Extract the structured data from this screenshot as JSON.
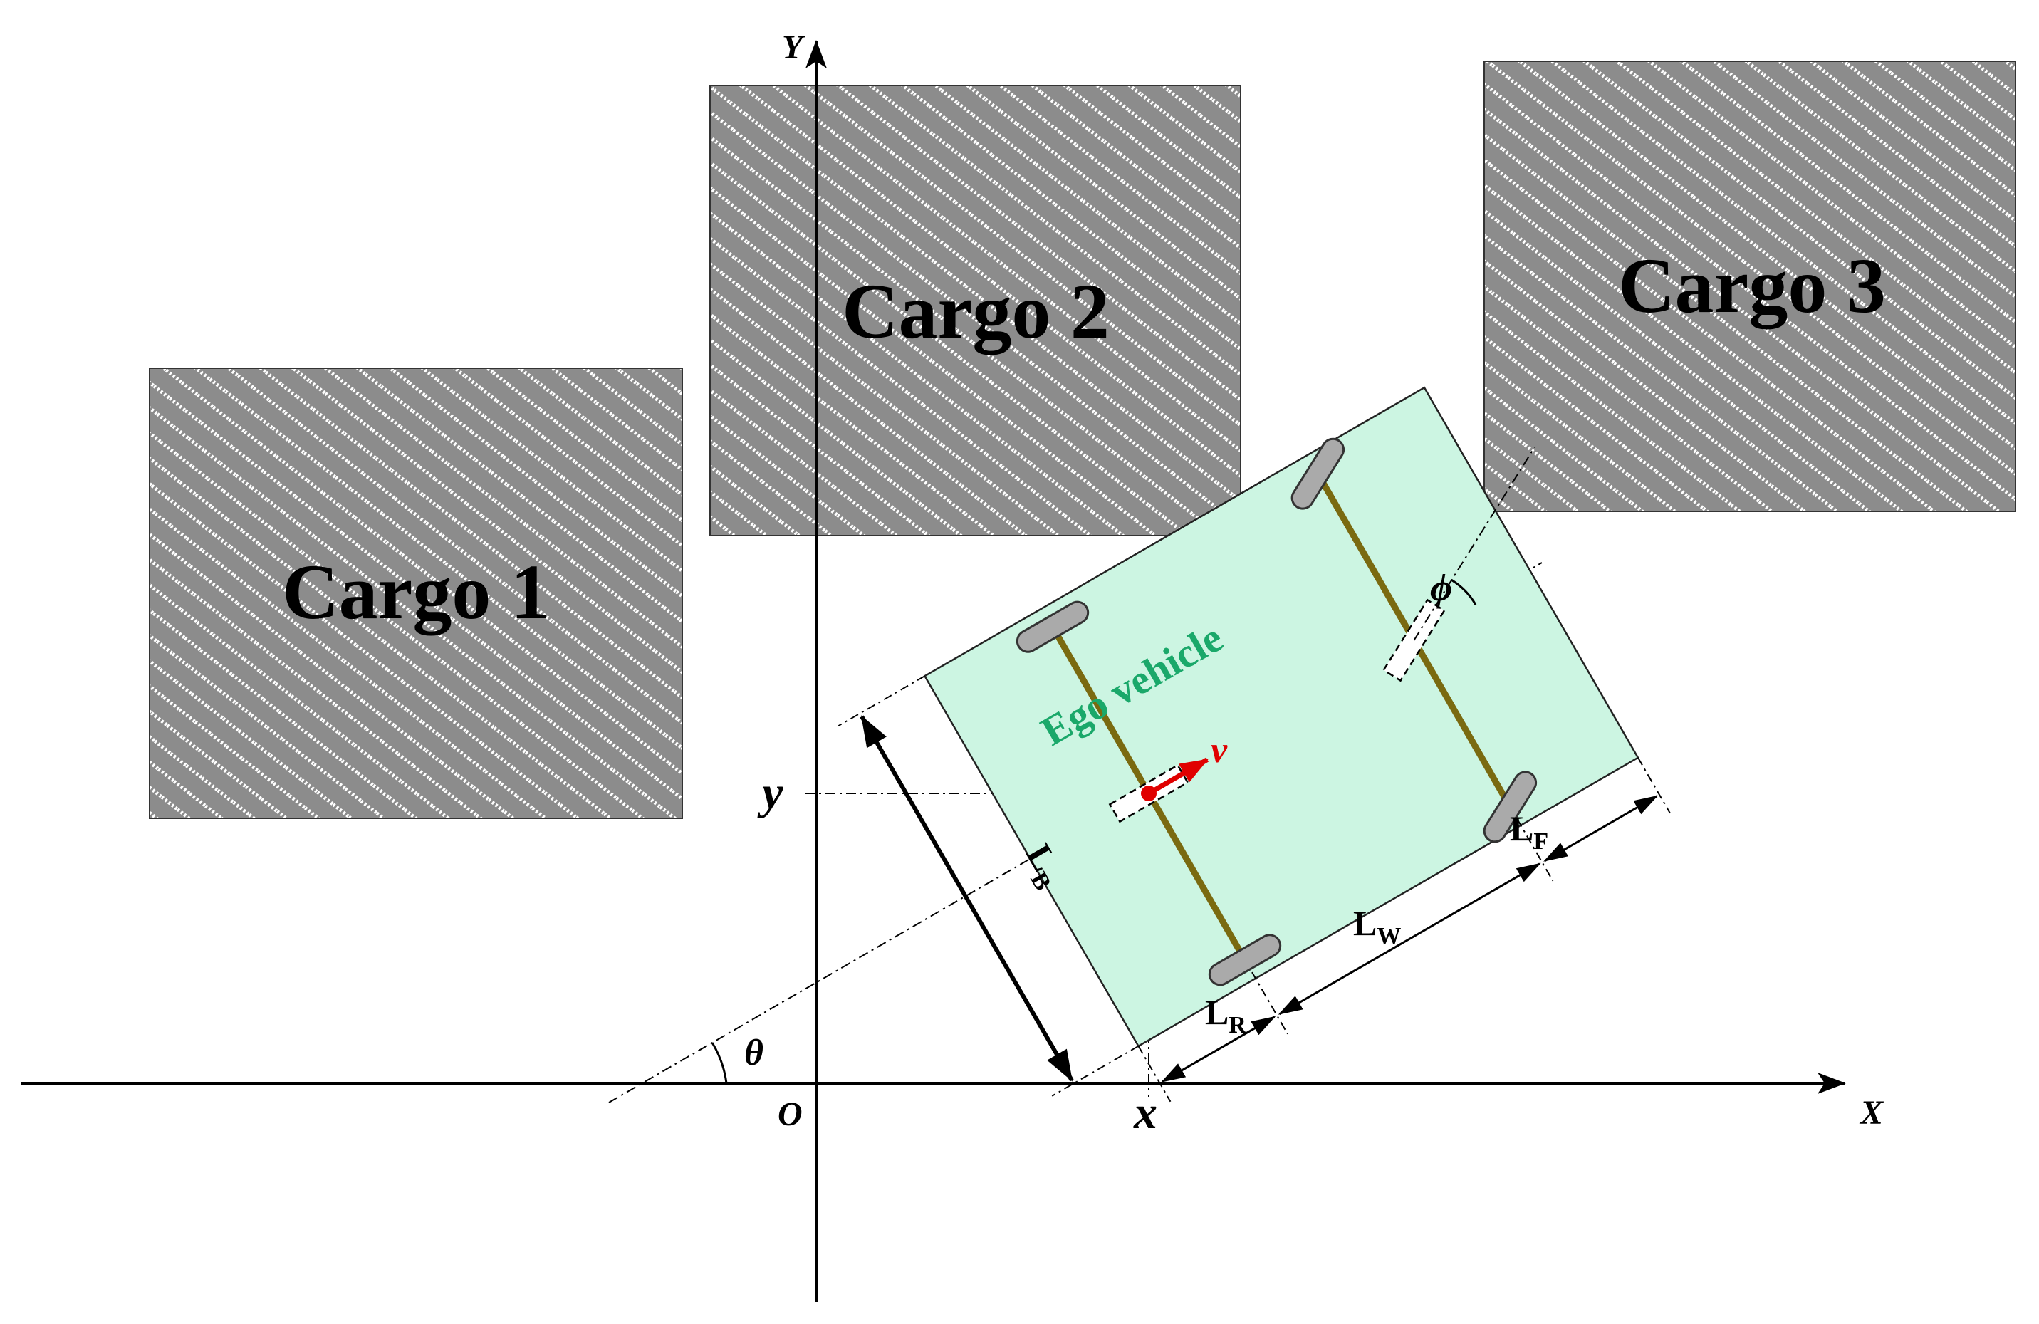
{
  "cargos": [
    {
      "label": "Cargo 1"
    },
    {
      "label": "Cargo 2"
    },
    {
      "label": "Cargo 3"
    }
  ],
  "vehicle": {
    "label": "Ego vehicle",
    "label_color": "#1aa86a",
    "body_color": "#ccf5e2",
    "axle_color": "#7a6a10",
    "velocity_color": "#e00000"
  },
  "axes": {
    "x_axis": "X",
    "y_axis": "Y",
    "origin": "O",
    "x_coord": "x",
    "y_coord": "y"
  },
  "symbols": {
    "heading": "θ",
    "steering": "ϕ",
    "velocity": "v"
  },
  "dimensions": {
    "rear_overhang": {
      "main": "L",
      "sub": "R"
    },
    "wheelbase": {
      "main": "L",
      "sub": "W"
    },
    "front_overhang": {
      "main": "L",
      "sub": "F"
    },
    "body_width": {
      "main": "L",
      "sub": "B"
    }
  }
}
